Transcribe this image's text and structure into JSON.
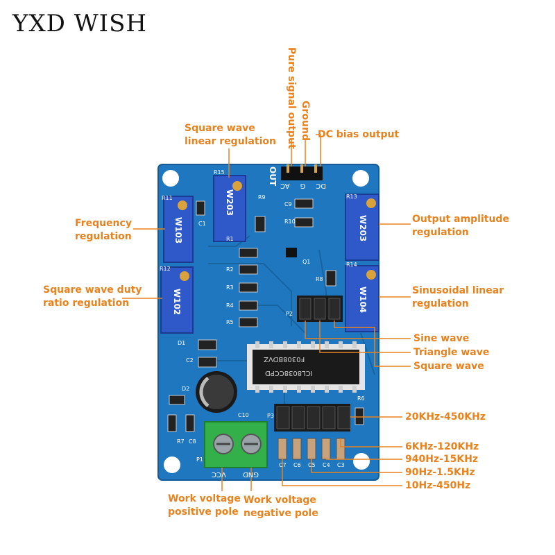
{
  "brand": "YXD WISH",
  "labels": {
    "pure_signal_output": "Pure signal output",
    "ground": "Ground",
    "dc_bias_output": "DC bias output",
    "square_linear": "Square wave\nlinear regulation",
    "frequency": "Frequency\nregulation",
    "duty": "Square wave duty\nratio regulation",
    "output_amplitude": "Output amplitude\nregulation",
    "sinusoidal_linear": "Sinusoidal linear\nregulation",
    "sine": "Sine wave",
    "triangle": "Triangle wave",
    "square": "Square wave",
    "range_20k_450k": "20KHz-450KHz",
    "range_6k_120k": "6KHz-120KHz",
    "range_940_15k": "940Hz-15KHz",
    "range_90_15k": "90Hz-1.5KHz",
    "range_10_450": "10Hz-450Hz",
    "work_pos": "Work voltage\npositive pole",
    "work_neg": "Work voltage\nnegative pole"
  },
  "board": {
    "out_label": "OUT",
    "header_pins": [
      "DC",
      "G",
      "AC"
    ],
    "pot_w203_left": "W203",
    "pot_w103": "W103",
    "pot_w102": "W102",
    "pot_w203_right": "W203",
    "pot_w104": "W104",
    "chip_text": "ICL8038CCPD",
    "chip_code": "F0308BDVZ",
    "terminal_vcc": "VCC",
    "terminal_gnd": "GND",
    "silk_refs": [
      "R15",
      "R11",
      "R12",
      "R13",
      "R14",
      "R9",
      "C9",
      "R10",
      "R1",
      "R2",
      "R3",
      "R4",
      "R5",
      "Q1",
      "R8",
      "P2",
      "D1",
      "C2",
      "D2",
      "C1",
      "R7",
      "C8",
      "P1",
      "C10",
      "P3",
      "R6",
      "C7",
      "C6",
      "C5",
      "C4",
      "C3"
    ]
  },
  "colors": {
    "board": "#1f77c0",
    "label": "#e8821e",
    "pot": "#2f58c9",
    "terminal": "#33b04a"
  }
}
